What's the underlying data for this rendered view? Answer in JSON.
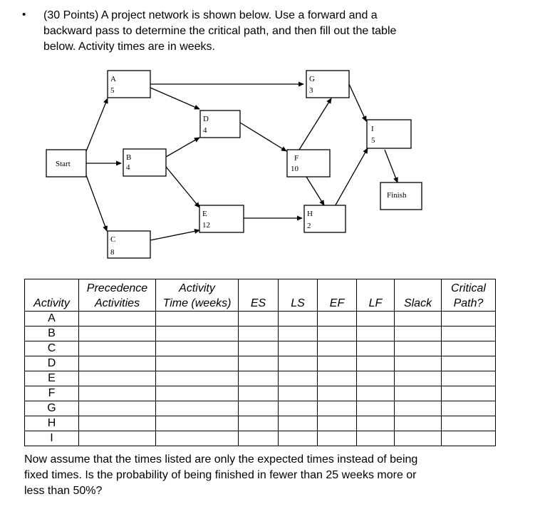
{
  "question": {
    "bullet": "•",
    "lines": [
      "(30 Points) A project network is shown below. Use a forward and a",
      "backward pass to determine the critical path, and then fill out the table",
      "below.  Activity times are in weeks."
    ]
  },
  "network": {
    "start_label": "Start",
    "finish_label": "Finish",
    "nodes": {
      "A": {
        "letter": "A",
        "time": "5"
      },
      "B": {
        "letter": "B",
        "time": "4"
      },
      "C": {
        "letter": "C",
        "time": "8"
      },
      "D": {
        "letter": "D",
        "time": "4"
      },
      "E": {
        "letter": "E",
        "time": "12"
      },
      "F": {
        "letter": "F",
        "time": "10"
      },
      "G": {
        "letter": "G",
        "time": "3"
      },
      "H": {
        "letter": "H",
        "time": "2"
      },
      "I": {
        "letter": "I",
        "time": "5"
      }
    }
  },
  "table": {
    "headers": {
      "activity": "Activity",
      "precedence": [
        "Precedence",
        "Activities"
      ],
      "activity_time": [
        "Activity",
        "Time (weeks)"
      ],
      "es": "ES",
      "ls": "LS",
      "ef": "EF",
      "lf": "LF",
      "slack": "Slack",
      "critical": [
        "Critical",
        "Path?"
      ]
    },
    "rows": [
      "A",
      "B",
      "C",
      "D",
      "E",
      "F",
      "G",
      "H",
      "I"
    ]
  },
  "followup": {
    "lines": [
      "Now assume that the times listed are only the expected times instead of being",
      "fixed times. Is the probability of being finished in fewer than 25 weeks more or",
      "less than 50%?"
    ]
  }
}
